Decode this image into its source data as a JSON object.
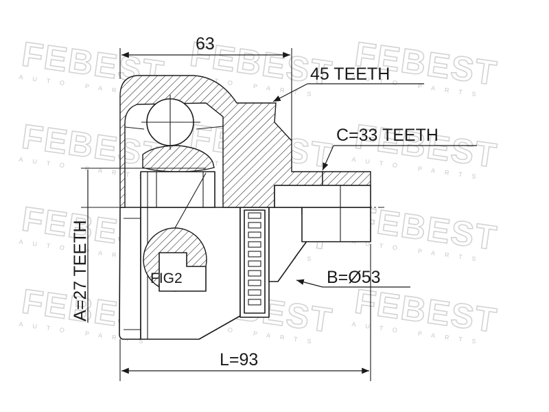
{
  "watermark": {
    "brand": "FEBEST",
    "subtitle": "AUTO PARTS"
  },
  "labels": {
    "outer_teeth": "45 TEETH",
    "shaft_teeth": "C=33 TEETH",
    "inner_teeth": "A=27 TEETH",
    "diameter": "B=Ø53",
    "length": "L=93",
    "housing_length": "63",
    "figure_ref": "FIG2"
  }
}
